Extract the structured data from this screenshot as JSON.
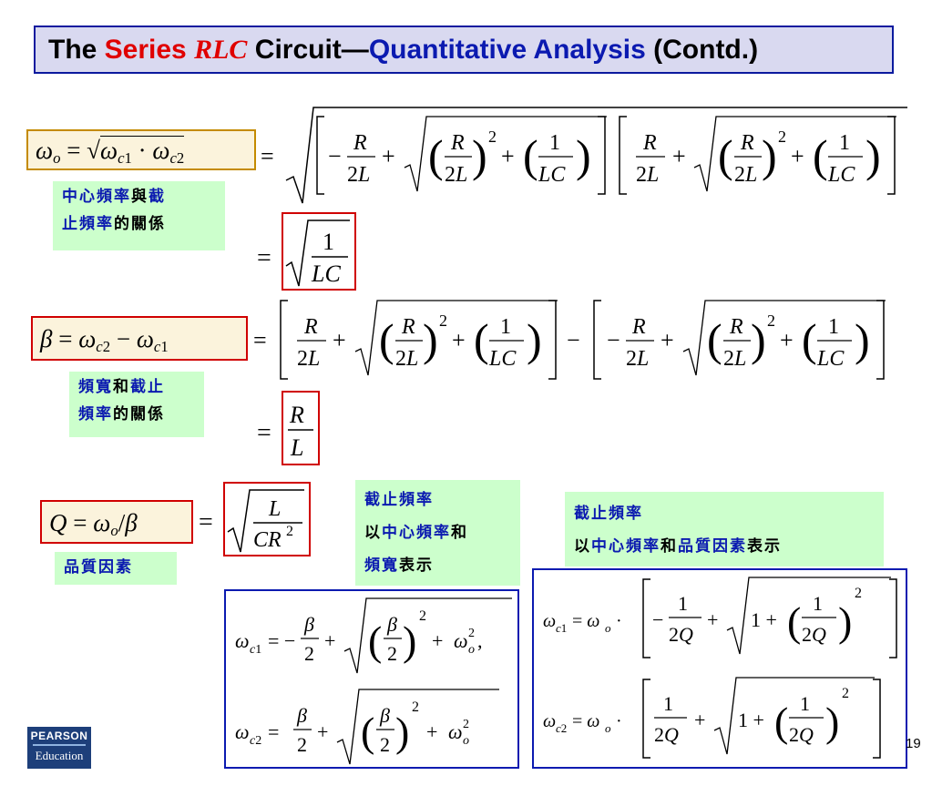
{
  "title": {
    "part1": "The ",
    "part2": "Series ",
    "part3": "RLC",
    "part4": " Circuit—",
    "part5": "Quantitative Analysis",
    "part6": " (Contd.)"
  },
  "notes": {
    "n1_line1_blue": "中心頻率",
    "n1_line1_black": "與",
    "n1_line1_blue2": "截",
    "n1_line2_blue": "止頻率",
    "n1_line2_black": "的關係",
    "n2_line1_blue": "頻寬",
    "n2_line1_black": "和",
    "n2_line1_blue2": "截止",
    "n2_line2_blue": "頻率",
    "n2_line2_black": "的關係",
    "n3_blue": "品質因素",
    "n4_line1": "截止頻率",
    "n4_line2_black": "以",
    "n4_line2_blue": "中心頻率",
    "n4_line2_black2": "和",
    "n4_line3_blue": "頻寬",
    "n4_line3_black": "表示",
    "n5_line1": "截止頻率",
    "n5_line2_black": "以",
    "n5_line2_blue": "中心頻率",
    "n5_line2_black2": "和",
    "n5_line2_blue2": "品質因素",
    "n5_line2_black3": "表示"
  },
  "page_number": "19",
  "logo": {
    "line1": "PEARSON",
    "line2": "Education"
  }
}
